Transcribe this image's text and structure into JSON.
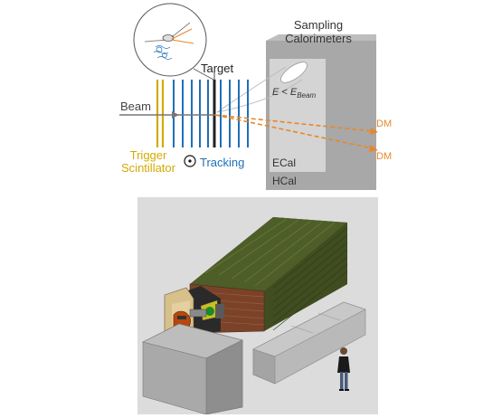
{
  "top_diagram": {
    "calorimeters_label_line1": "Sampling",
    "calorimeters_label_line2": "Calorimeters",
    "energy_label_main": "E < E",
    "energy_label_sub": "Beam",
    "target_label": "Target",
    "beam_label": "Beam",
    "trigger_label_line1": "Trigger",
    "trigger_label_line2": "Scintillator",
    "tracking_label": "Tracking",
    "ecal_label": "ECal",
    "hcal_label": "HCal",
    "dm_label_1": "DM",
    "dm_label_2": "DM"
  },
  "colors": {
    "trigger": "#d4aa00",
    "tracking": "#1f6fb8",
    "target": "#222222",
    "dm": "#e8872a",
    "beam": "#777777",
    "hcal": "#a8a8a8",
    "ecal": "#d4d4d4",
    "background_panel": "#dcdcdc"
  }
}
